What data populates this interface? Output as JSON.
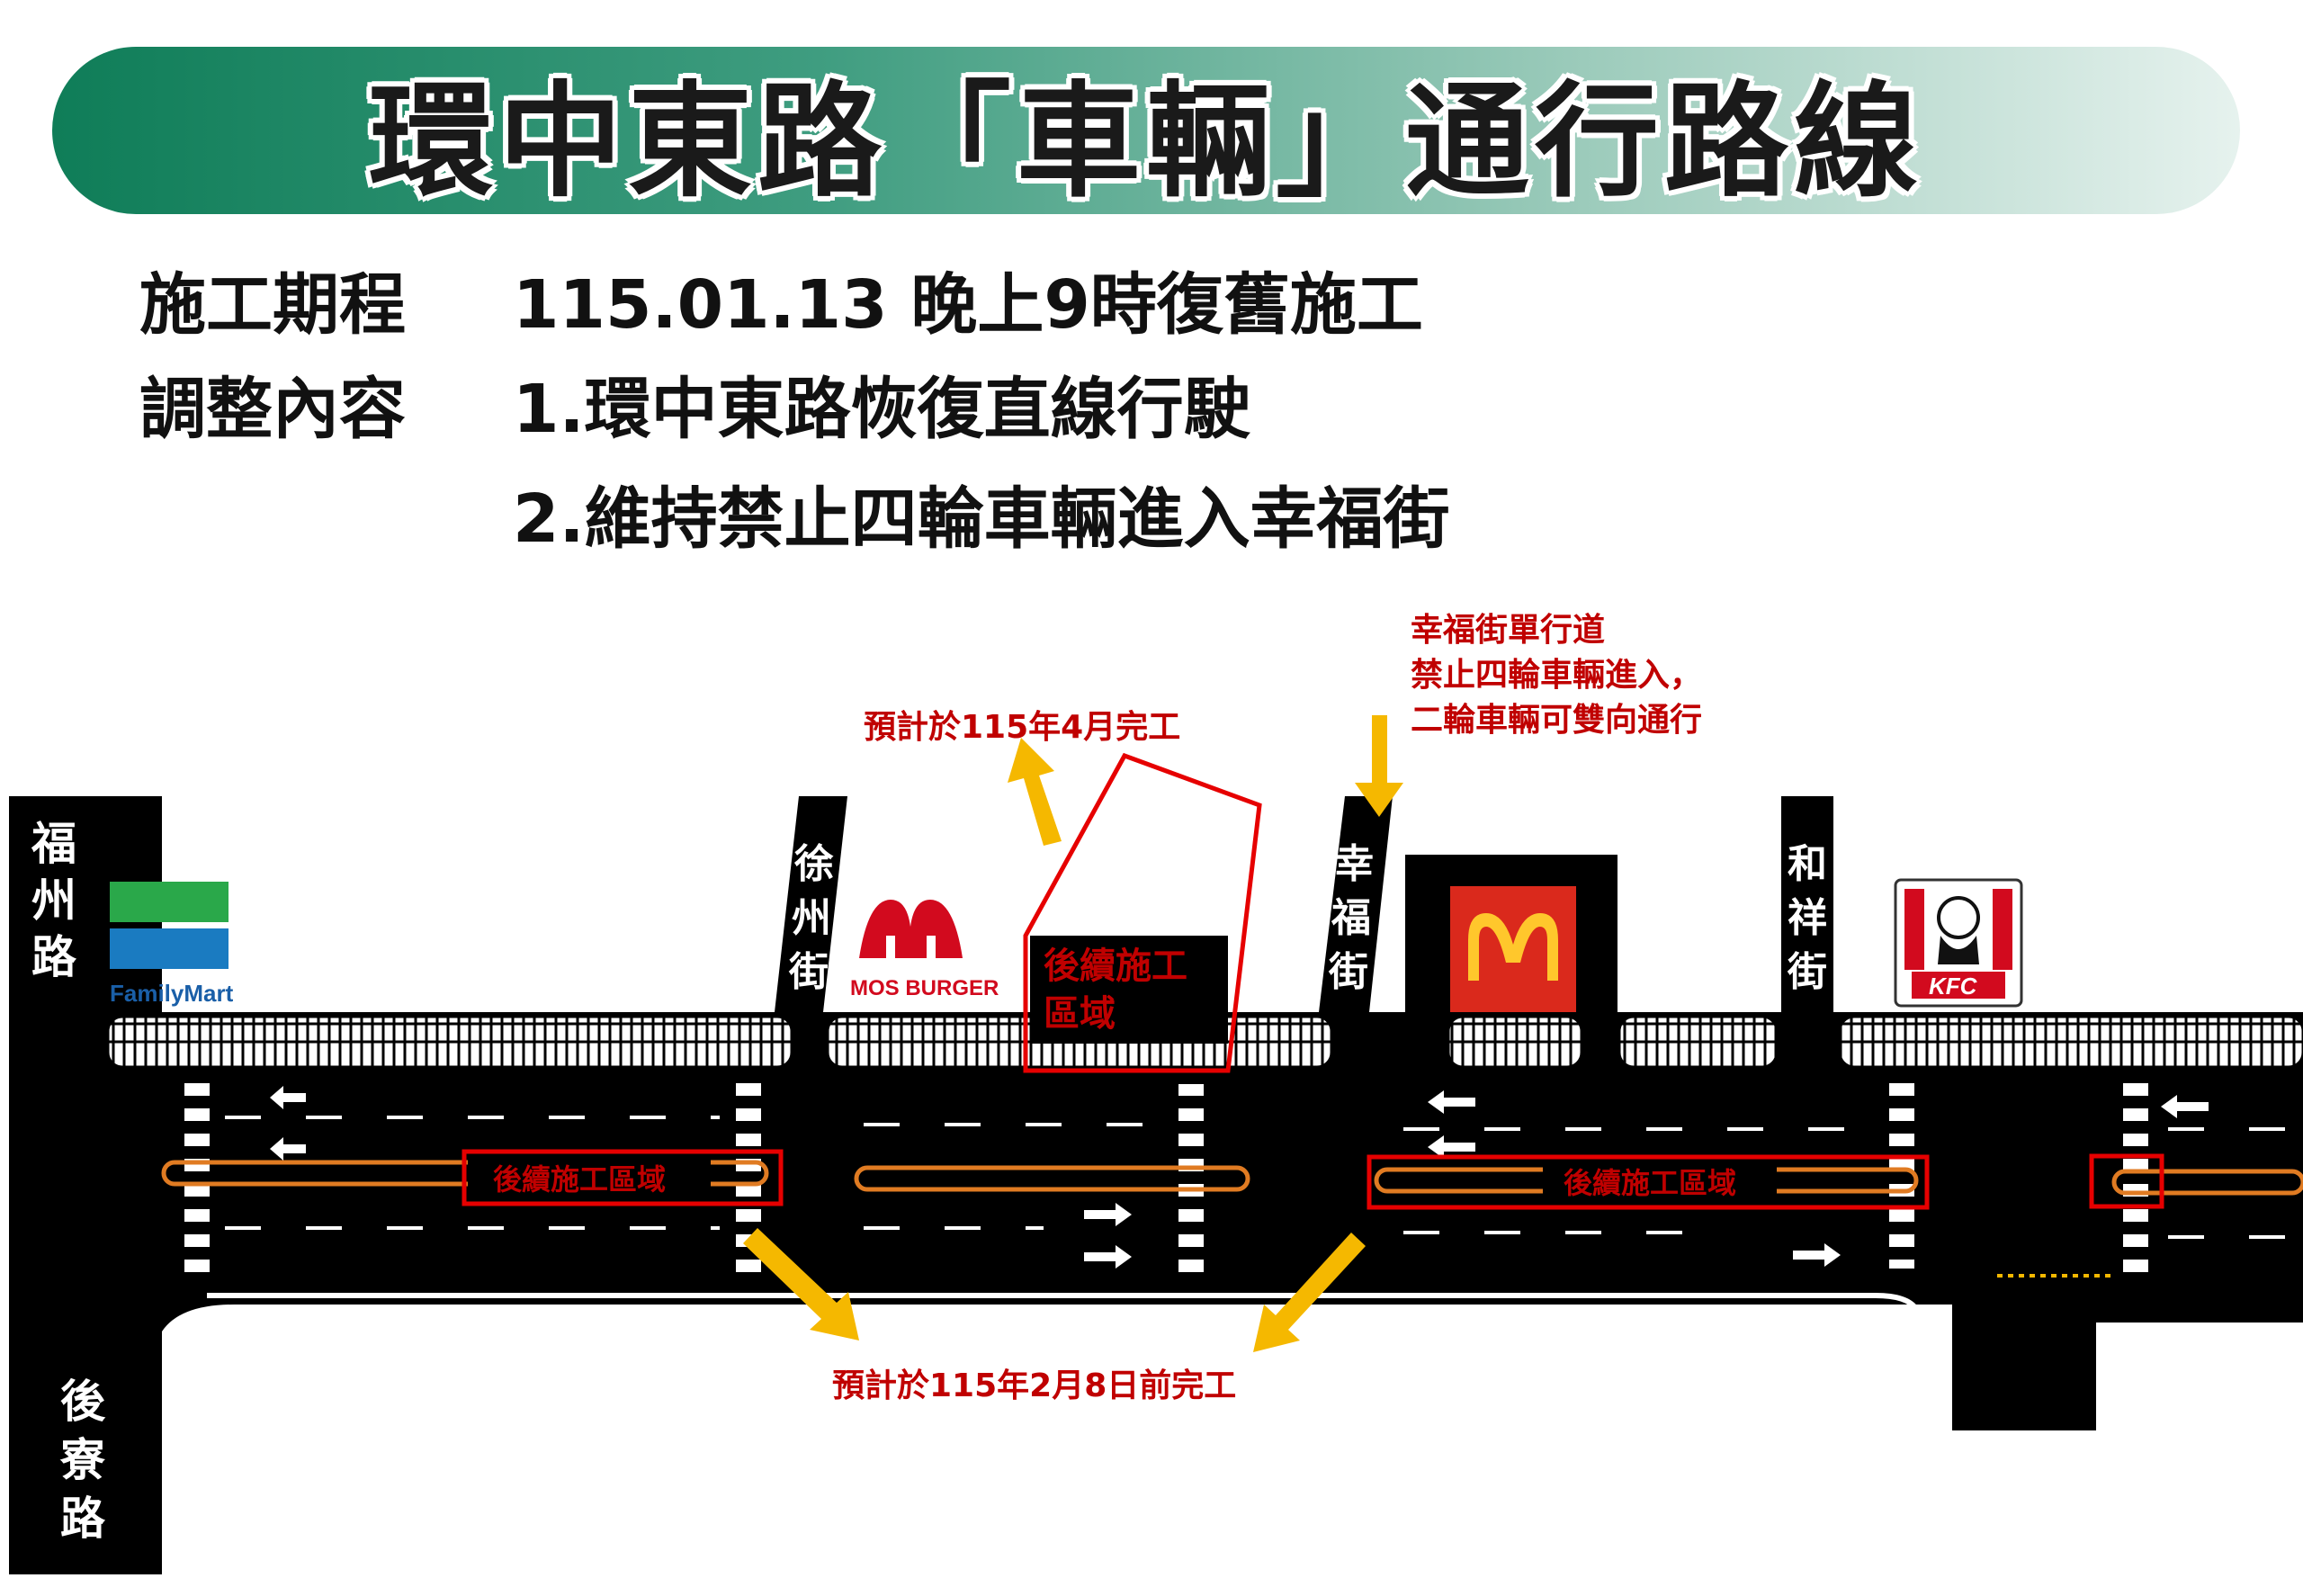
{
  "title": "環中東路「車輛」通行路線",
  "schedule": {
    "label": "施工期程",
    "value": "115.01.13 晚上9時復舊施工"
  },
  "adjustment": {
    "label": "調整內容",
    "items": [
      "1.環中東路恢復直線行駛",
      "2.維持禁止四輪車輛進入幸福街"
    ]
  },
  "map": {
    "notes": {
      "april": "預計於115年4月完工",
      "feb": "預計於115年2月8日前完工",
      "xingfu_line1": "幸福街單行道",
      "xingfu_line2": "禁止四輪車輛進入，",
      "xingfu_line3": "二輪車輛可雙向通行"
    },
    "zones": {
      "followup_building_line1": "後續施工",
      "followup_building_line2": "區域",
      "followup_median": "後續施工區域"
    },
    "streets": {
      "fuzhou": [
        "福",
        "州",
        "路"
      ],
      "xuzhou": [
        "徐",
        "州",
        "街"
      ],
      "xingfu": [
        "幸",
        "福",
        "街"
      ],
      "hexiang": [
        "和",
        "祥",
        "街"
      ],
      "houliao": [
        "後",
        "寮",
        "路"
      ]
    },
    "stores": {
      "familymart": "FamilyMart",
      "mosburger": "MOS BURGER",
      "kfc": "KFC"
    },
    "colors": {
      "road": "#000000",
      "construction": "#e60000",
      "arrow": "#f5b800",
      "median": "#e07b22"
    }
  }
}
